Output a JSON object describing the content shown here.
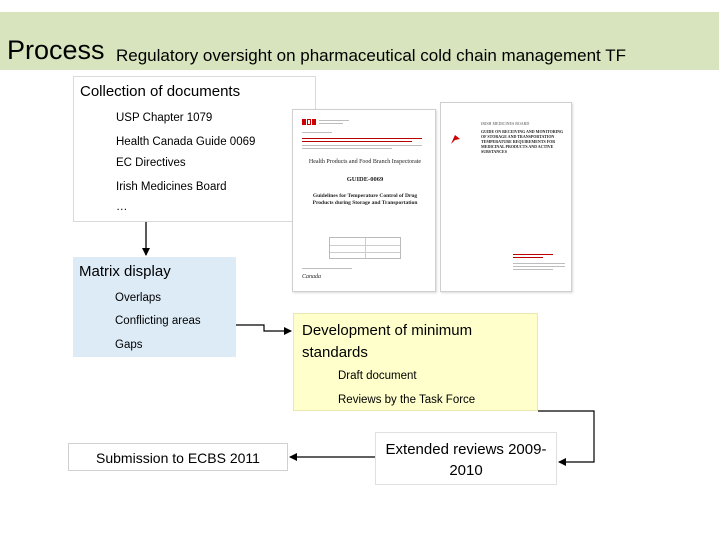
{
  "header": {
    "title_main": "Process",
    "title_sub": "Regulatory oversight on pharmaceutical cold chain management TF",
    "bg_color": "#d7e4bd"
  },
  "collection": {
    "title": "Collection of documents",
    "items": [
      "USP Chapter 1079",
      "Health Canada Guide 0069",
      "EC Directives",
      "Irish Medicines Board",
      "…"
    ]
  },
  "matrix": {
    "title": "Matrix display",
    "items": [
      "Overlaps",
      "Conflicting areas",
      "Gaps"
    ],
    "bg_color": "#ddebf7"
  },
  "development": {
    "title": "Development of minimum standards",
    "items": [
      "Draft document",
      "Reviews by the Task Force"
    ],
    "bg_color": "#ffffcc"
  },
  "extended": {
    "title": "Extended reviews 2009-2010"
  },
  "submission": {
    "title": "Submission to ECBS 2011"
  },
  "documents": {
    "health_canada": {
      "heading": "Health Products and Food Branch Inspectorate",
      "guide": "GUIDE-0069",
      "subtitle": "Guidelines for Temperature Control of Drug Products during Storage and Transportation",
      "footer": "Canada"
    },
    "irish": {
      "heading": "IRISH MEDICINES BOARD",
      "subtitle": "GUIDE ON RECEIVING AND MONITORING OF STORAGE AND TRANSPORTATION TEMPERATURE REQUIREMENTS FOR MEDICINAL PRODUCTS AND ACTIVE SUBSTANCES"
    }
  }
}
